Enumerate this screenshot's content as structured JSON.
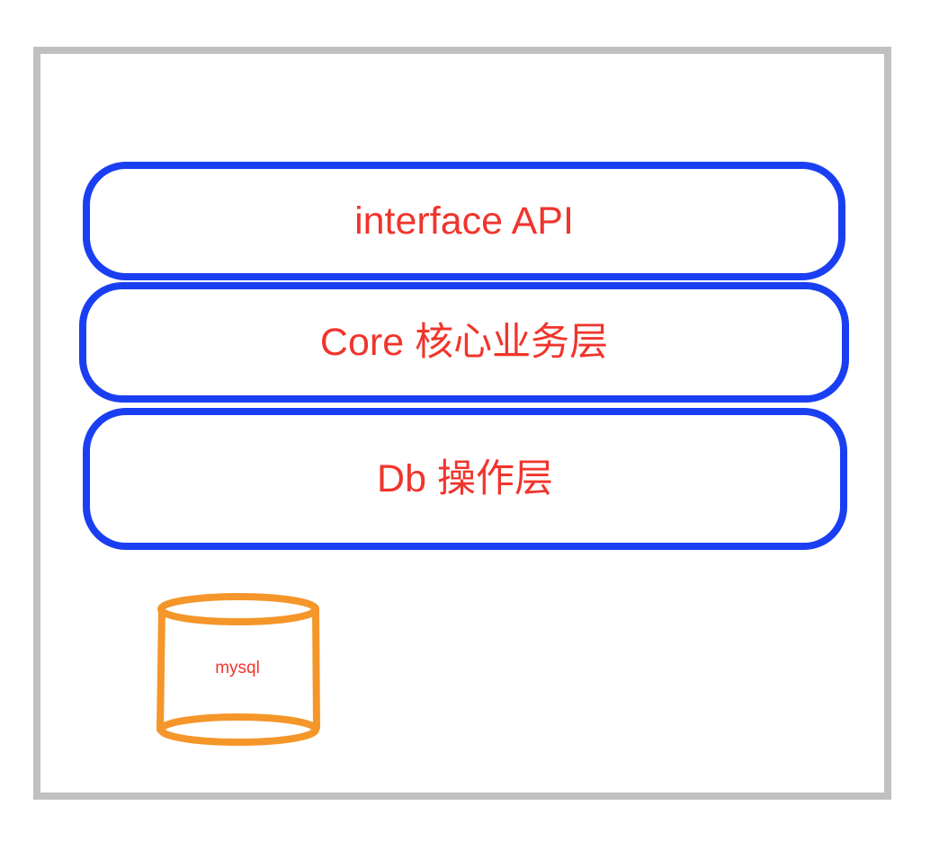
{
  "diagram": {
    "layers": [
      {
        "id": "api",
        "label": "interface API"
      },
      {
        "id": "core",
        "label": "Core 核心业务层"
      },
      {
        "id": "db",
        "label": "Db 操作层"
      }
    ],
    "database": {
      "label": "mysql"
    }
  },
  "colors": {
    "frame_border": "#c0c0c0",
    "layer_border": "#1a3ff2",
    "text": "#f0352c",
    "database_stroke": "#f5962a"
  },
  "icons": {
    "database": "database-cylinder-icon"
  }
}
